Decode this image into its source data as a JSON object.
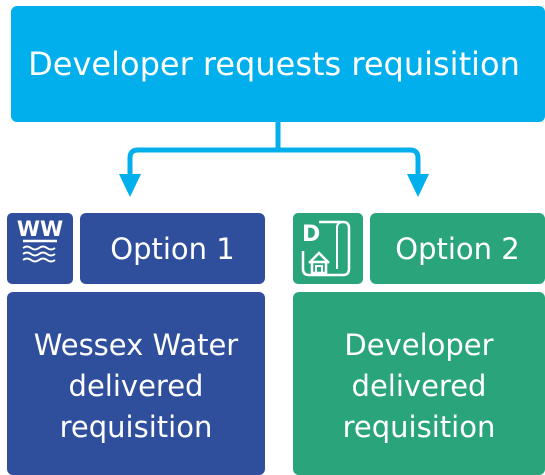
{
  "top": {
    "label": "Developer requests requisition"
  },
  "options": [
    {
      "icon_name": "wessex-water-icon",
      "icon_letters": "WW",
      "header": "Option 1",
      "lines": [
        "Wessex Water",
        "delivered",
        "requisition"
      ],
      "color": "#2f4f9d"
    },
    {
      "icon_name": "developer-blueprint-house-icon",
      "icon_letters": "D",
      "header": "Option 2",
      "lines": [
        "Developer",
        "delivered",
        "requisition"
      ],
      "color": "#2aa57b"
    }
  ],
  "colors": {
    "top": "#00afec",
    "connector": "#00afec"
  }
}
